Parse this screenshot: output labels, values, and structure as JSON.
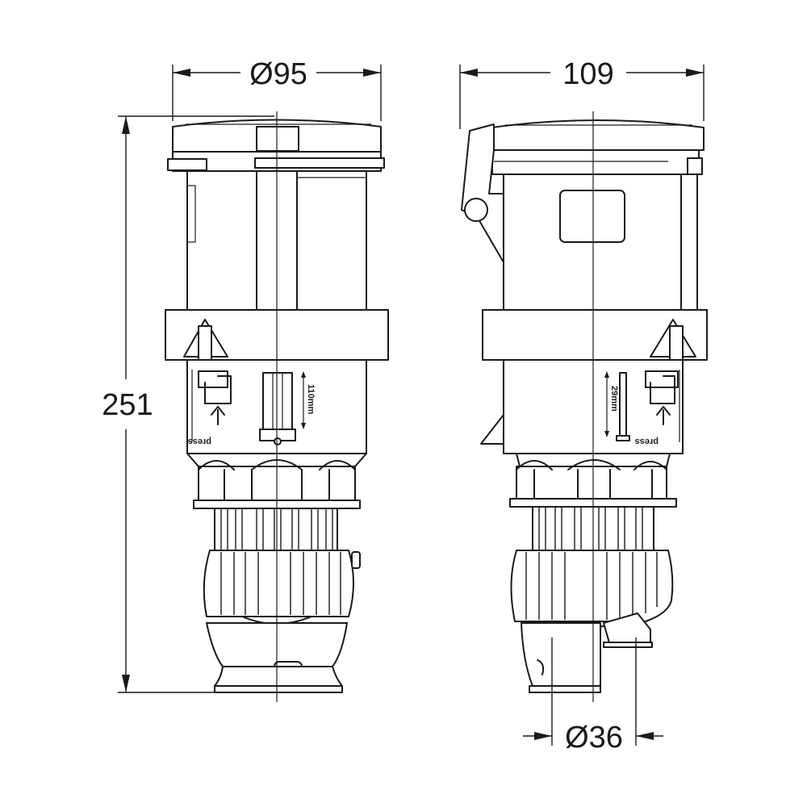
{
  "dimensions": {
    "front_diameter": "Ø95",
    "side_width": "109",
    "total_height": "251",
    "cable_diameter": "Ø36"
  },
  "labels": {
    "press_left": "press",
    "press_right": "press",
    "stroke_front": "110mm",
    "stroke_side": "29mm"
  }
}
